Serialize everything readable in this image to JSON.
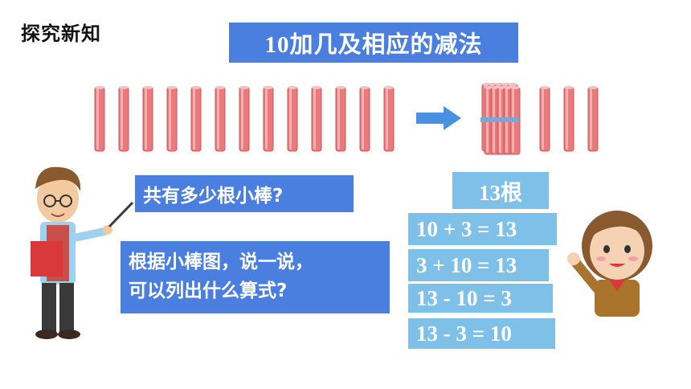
{
  "section_title": "探究新知",
  "lesson_title": "10加几及相应的减法",
  "illustration": {
    "left_sticks_count": 13,
    "bundle_sticks": 10,
    "right_loose_sticks": 3,
    "colors": {
      "stick": "#e9797b",
      "stick_dark": "#c85a5c",
      "arrow": "#4a90e0",
      "bubble": "#4a7fe0",
      "answer": "#7fc0e8"
    },
    "icons": [
      "arrow-right-icon",
      "stick-bundle-icon",
      "teacher-figure",
      "girl-figure"
    ]
  },
  "teacher": {
    "question1": "共有多少根小棒?",
    "question2_line1": "根据小棒图，说一说，",
    "question2_line2": "可以列出什么算式?"
  },
  "student": {
    "answer_head": "13根",
    "equations": [
      "10 + 3 = 13",
      "3 + 10 = 13",
      "13 - 10 = 3",
      "13 - 3 = 10"
    ]
  }
}
